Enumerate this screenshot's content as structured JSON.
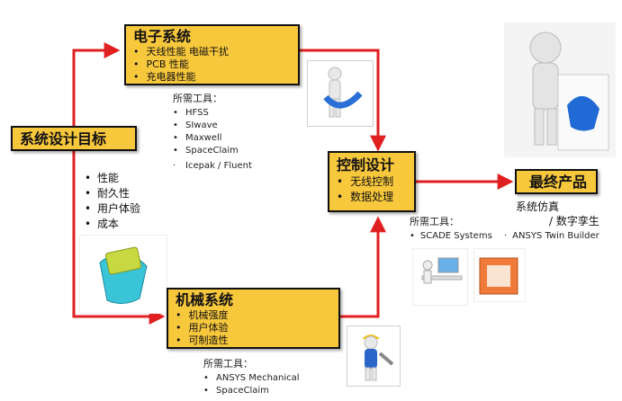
{
  "colors": {
    "box_fill": "#f7c73c",
    "arrow": "#e02020",
    "border": "#111111"
  },
  "electronic": {
    "title": "电子系统",
    "items": [
      "天线性能  电磁干扰",
      "PCB 性能",
      "充电器性能"
    ],
    "tools_header": "所需工具：",
    "tools": [
      "HFSS",
      "SIwave",
      "Maxwell",
      "SpaceClaim",
      "Icepak / Fluent"
    ]
  },
  "goal": {
    "title": "系统设计目标",
    "items": [
      "性能",
      "耐久性",
      "用户体验",
      "成本"
    ]
  },
  "control": {
    "title": "控制设计",
    "items": [
      "无线控制",
      "数据处理"
    ],
    "tools_header": "所需工具：",
    "tools": [
      "SCADE Systems",
      "ANSYS Twin Builder"
    ]
  },
  "final": {
    "title": "最终产品",
    "sub1": "系统仿真",
    "sub2": "/ 数字孪生"
  },
  "mechanical": {
    "title": "机械系统",
    "items": [
      "机械强度",
      "用户体验",
      "可制造性"
    ],
    "tools_header": "所需工具：",
    "tools": [
      "ANSYS Mechanical",
      "SpaceClaim"
    ]
  }
}
